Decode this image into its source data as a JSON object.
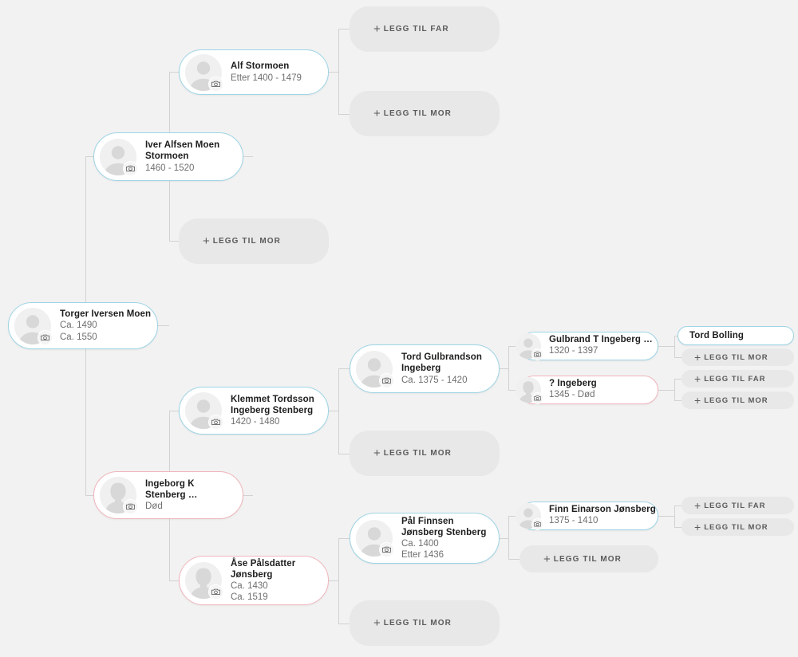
{
  "app": {
    "title": "Slektstre",
    "background_color": "#f2f2f2",
    "male_accent": "#9ed4e4",
    "female_accent": "#f0b6bc",
    "connector_color": "#d2d2d2",
    "add_button_color": "#e8e8e8"
  },
  "labels": {
    "add_father": "LEGG TIL FAR",
    "add_mother": "LEGG TIL MOR",
    "plus": "+"
  },
  "people": {
    "root": {
      "name": "Torger Iversen Moen",
      "birth": "Ca. 1490",
      "death": "Ca. 1550",
      "gender": "male",
      "avatar": "male-silhouette-avatar",
      "camera": "camera-icon"
    },
    "father": {
      "name": "Iver Alfsen Moen Stormoen",
      "name_line1": "Iver Alfsen Moen",
      "name_line2": "Stormoen",
      "birth": "1460 - 1520",
      "death": "",
      "gender": "male"
    },
    "grandfather_p": {
      "name": "Alf Stormoen",
      "birth": "Etter 1400 - 1479",
      "death": "",
      "gender": "male"
    },
    "mother": {
      "name": "Ingeborg K Stenberg …",
      "name_line1": "Ingeborg K",
      "name_line2": "Stenberg …",
      "birth": "Død",
      "death": "",
      "gender": "female"
    },
    "grandfather_m": {
      "name": "Klemmet Tordsson Ingeberg Stenberg",
      "name_line1": "Klemmet Tordsson",
      "name_line2": "Ingeberg Stenberg",
      "birth": "1420 - 1480",
      "death": "",
      "gender": "male"
    },
    "grandmother_m": {
      "name": "Åse Pålsdatter Jønsberg",
      "name_line1": "Åse Pålsdatter",
      "name_line2": "Jønsberg",
      "birth": "Ca. 1430",
      "death": "Ca. 1519",
      "gender": "female"
    },
    "ggf_1": {
      "name": "Tord Gulbrandson Ingeberg",
      "name_line1": "Tord Gulbrandson",
      "name_line2": "Ingeberg",
      "birth": "Ca. 1375 - 1420",
      "death": "",
      "gender": "male"
    },
    "gggf_1": {
      "name": "Gulbrand T Ingeberg …",
      "birth": "1320 - 1397",
      "gender": "male"
    },
    "gggm_1": {
      "name": "? Ingeberg",
      "birth": "1345 - Død",
      "gender": "female"
    },
    "ggggf_1": {
      "name": "Tord Bolling",
      "gender": "male"
    },
    "ggf_2": {
      "name": "Pål Finnsen Jønsberg Stenberg",
      "name_line1": "Pål Finnsen",
      "name_line2": "Jønsberg Stenberg",
      "birth": "Ca. 1400",
      "death": "Etter 1436",
      "gender": "male"
    },
    "gggf_2": {
      "name": "Finn Einarson Jønsberg",
      "birth": "1375 - 1410",
      "gender": "male"
    }
  },
  "add_slots": [
    {
      "id": "add-father-alf",
      "label": "LEGG TIL FAR"
    },
    {
      "id": "add-mother-alf",
      "label": "LEGG TIL MOR"
    },
    {
      "id": "add-mother-iver",
      "label": "LEGG TIL MOR"
    },
    {
      "id": "add-mother-klemmet",
      "label": "LEGG TIL MOR"
    },
    {
      "id": "add-mother-gulbrand",
      "label": "LEGG TIL MOR"
    },
    {
      "id": "add-father-ingeberg-q",
      "label": "LEGG TIL FAR"
    },
    {
      "id": "add-mother-ingeberg-q",
      "label": "LEGG TIL MOR"
    },
    {
      "id": "add-mother-ase",
      "label": "LEGG TIL MOR"
    },
    {
      "id": "add-mother-pal",
      "label": "LEGG TIL MOR"
    },
    {
      "id": "add-father-finn",
      "label": "LEGG TIL FAR"
    },
    {
      "id": "add-mother-finn",
      "label": "LEGG TIL MOR"
    }
  ]
}
